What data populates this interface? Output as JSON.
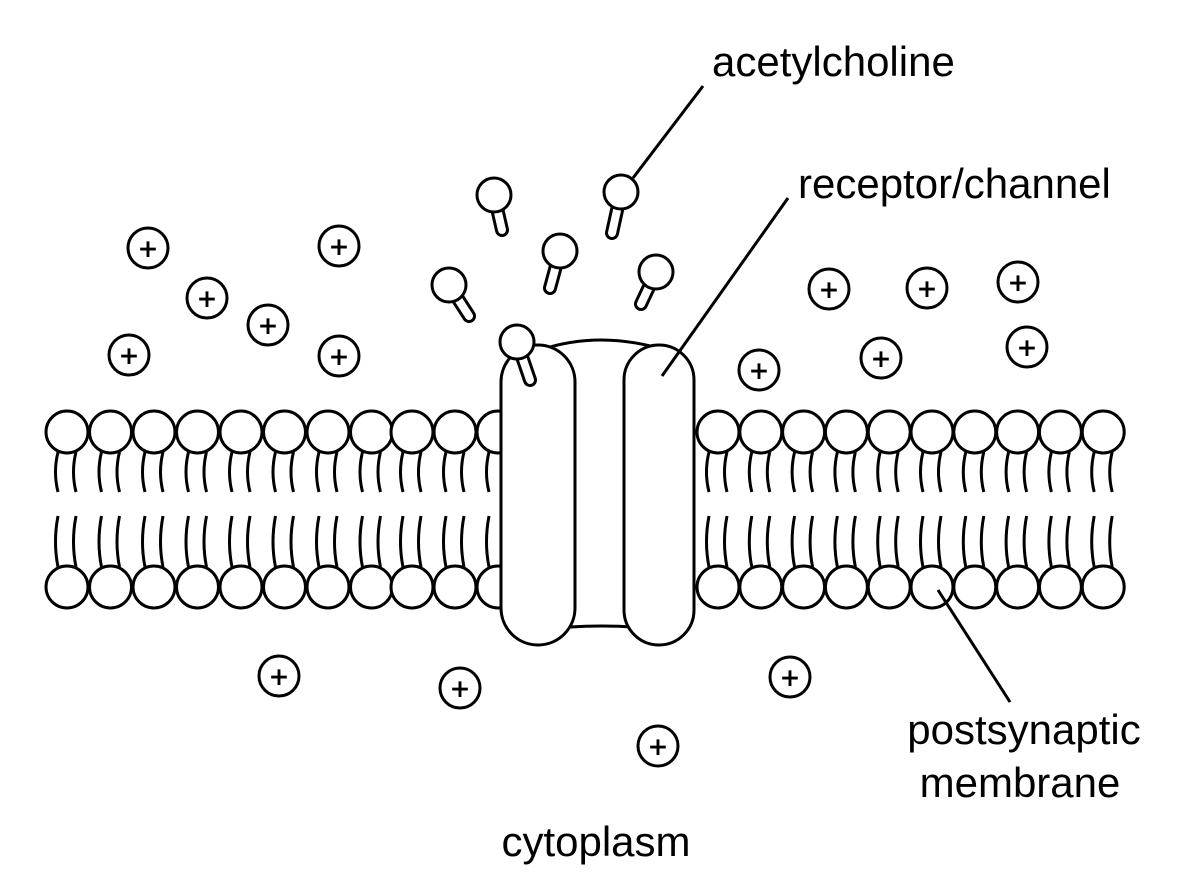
{
  "labels": {
    "acetylcholine": "acetylcholine",
    "receptor": "receptor/channel",
    "postsynaptic_line1": "postsynaptic",
    "postsynaptic_line2": "membrane",
    "cytoplasm": "cytoplasm"
  },
  "ion_symbol": "+",
  "colors": {
    "stroke": "#000000",
    "fill": "#ffffff"
  }
}
